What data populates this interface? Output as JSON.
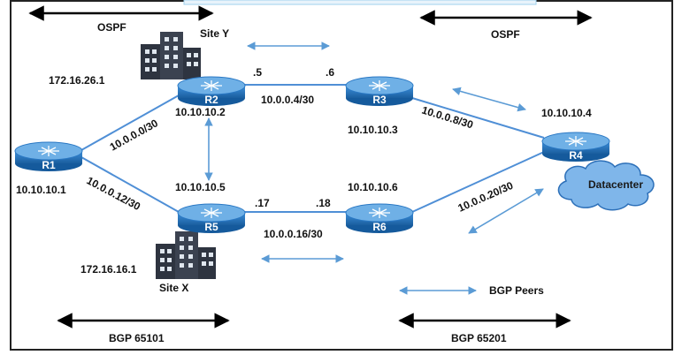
{
  "colors": {
    "link": "#4f8fd6",
    "router_top": "#6fb0e6",
    "router_body": "#2a78c4",
    "router_dark": "#155a9c",
    "cloud_fill": "#7fb6ea",
    "cloud_stroke": "#2c6fb8",
    "building": "#2e3440",
    "peer_arrow": "#5b9bd5",
    "frame": "#222222"
  },
  "domains": {
    "ospf_left": "OSPF",
    "ospf_right": "OSPF",
    "bgp_left": "BGP 65101",
    "bgp_right": "BGP 65201"
  },
  "sites": {
    "site_y": {
      "label": "Site Y",
      "prefix": "172.16.26.1",
      "icon": "building-icon"
    },
    "site_x": {
      "label": "Site X",
      "prefix": "172.16.16.1",
      "icon": "building-icon"
    }
  },
  "routers": {
    "r1": {
      "name": "R1",
      "ip": "10.10.10.1"
    },
    "r2": {
      "name": "R2",
      "ip": "10.10.10.2"
    },
    "r3": {
      "name": "R3",
      "ip": "10.10.10.3"
    },
    "r4": {
      "name": "R4",
      "ip": "10.10.10.4"
    },
    "r5": {
      "name": "R5",
      "ip": "10.10.10.5"
    },
    "r6": {
      "name": "R6",
      "ip": "10.10.10.6"
    }
  },
  "links": {
    "r1_r2": "10.0.0.0/30",
    "r1_r5": "10.0.0.12/30",
    "r2_r3": "10.0.0.4/30",
    "r3_r4": "10.0.0.8/30",
    "r5_r6": "10.0.0.16/30",
    "r6_r4": "10.0.0.20/30"
  },
  "host_ids": {
    "r2_r3_left": ".5",
    "r2_r3_right": ".6",
    "r5_r6_left": ".17",
    "r5_r6_right": ".18"
  },
  "datacenter": {
    "label": "Datacenter"
  },
  "legend": {
    "bgp_peers": "BGP Peers"
  }
}
